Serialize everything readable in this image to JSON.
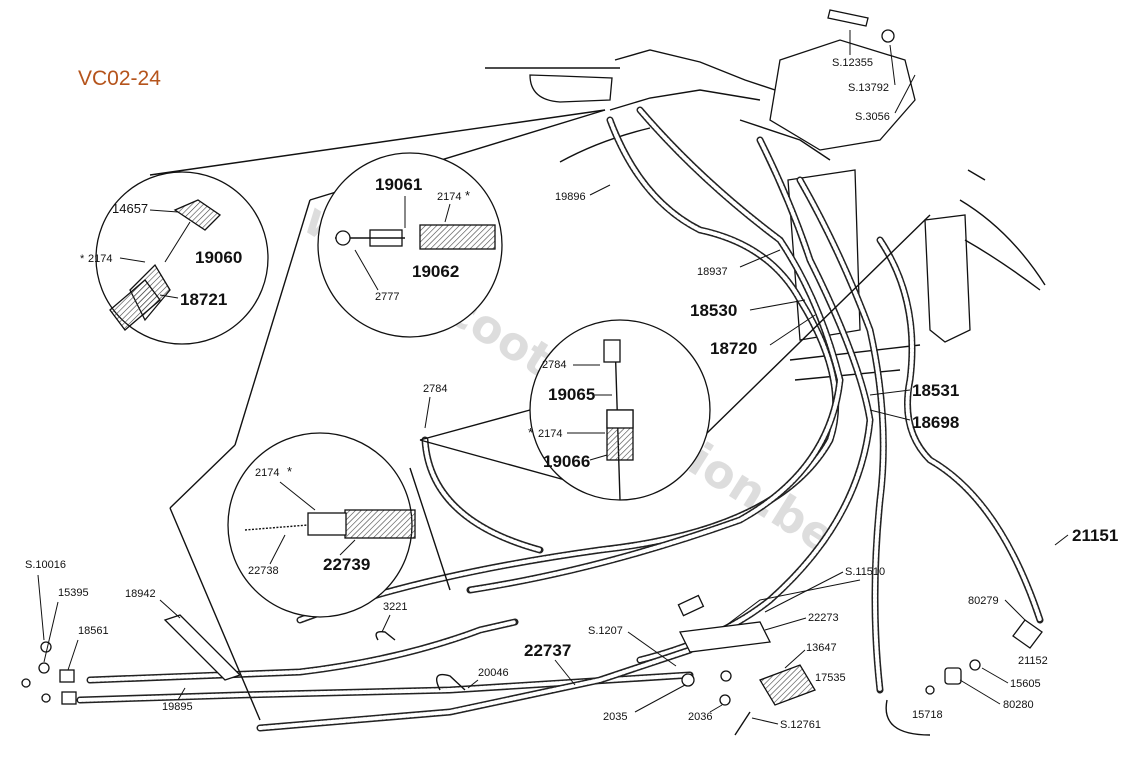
{
  "page_code": "VC02-24",
  "watermark": "www.scooterpassion.be",
  "labels": {
    "s12355": "S.12355",
    "s13792": "S.13792",
    "s3056": "S.3056",
    "n19896": "19896",
    "n18937": "18937",
    "n18530": "18530",
    "n18720": "18720",
    "n18531": "18531",
    "n18698": "18698",
    "n21151": "21151",
    "n80279": "80279",
    "n21152": "21152",
    "n15605": "15605",
    "n80280": "80280",
    "n15718": "15718",
    "n13647": "13647",
    "n17535": "17535",
    "s12761": "S.12761",
    "n22273": "22273",
    "s11510": "S.11510",
    "s1207": "S.1207",
    "n22737": "22737",
    "n20046": "20046",
    "n2035": "2035",
    "n2036": "2036",
    "n3221": "3221",
    "n18942": "18942",
    "n19895": "19895",
    "s10016": "S.10016",
    "n15395": "15395",
    "n18561": "18561",
    "n2784_top": "2784"
  },
  "callouts": {
    "a": {
      "n14657": "14657",
      "n2174": "2174",
      "n19060": "19060",
      "n18721": "18721"
    },
    "b": {
      "n19061": "19061",
      "n2174": "2174",
      "n19062": "19062",
      "n2777": "2777"
    },
    "c": {
      "n2784": "2784",
      "n19065": "19065",
      "n2174": "2174",
      "n19066": "19066"
    },
    "d": {
      "n2174": "2174",
      "n22738": "22738",
      "n22739": "22739"
    }
  }
}
